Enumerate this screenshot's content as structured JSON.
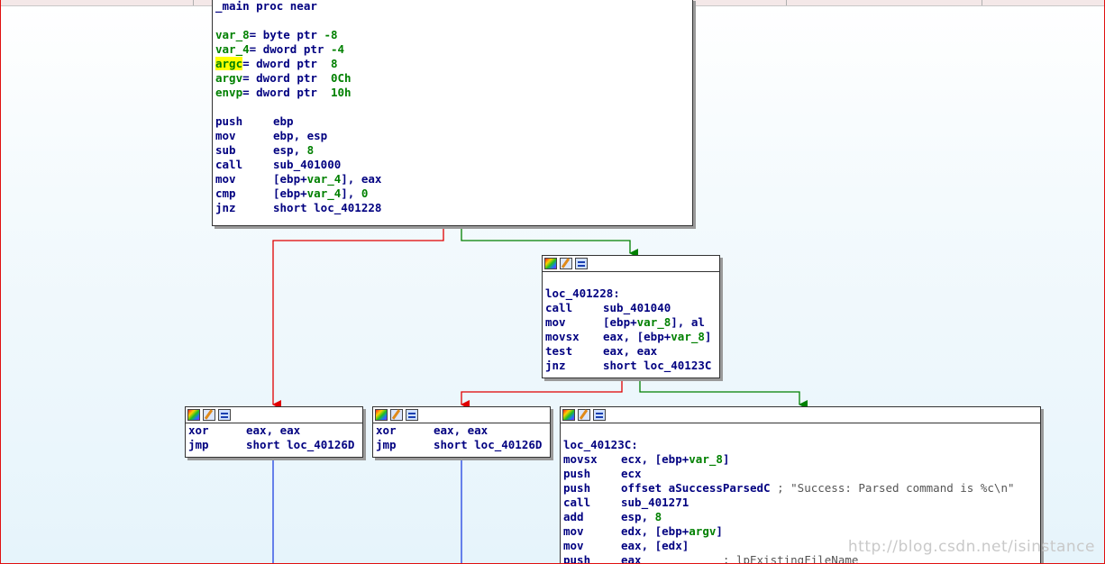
{
  "main_block": {
    "lines": [
      {
        "label": "_main proc near"
      },
      {
        "blank": true
      },
      {
        "decl_name": "var_8",
        "decl_rest": "= byte ptr ",
        "decl_val": "-8"
      },
      {
        "decl_name": "var_4",
        "decl_rest": "= dword ptr ",
        "decl_val": "-4"
      },
      {
        "decl_name": "argc",
        "decl_rest": "= dword ptr  ",
        "decl_val": "8",
        "highlight": true
      },
      {
        "decl_name": "argv",
        "decl_rest": "= dword ptr  ",
        "decl_val": "0Ch"
      },
      {
        "decl_name": "envp",
        "decl_rest": "= dword ptr  ",
        "decl_val": "10h"
      },
      {
        "blank": true
      },
      {
        "mn": "push",
        "ops": [
          {
            "t": "ebp"
          }
        ]
      },
      {
        "mn": "mov",
        "ops": [
          {
            "t": "ebp, esp"
          }
        ]
      },
      {
        "mn": "sub",
        "ops": [
          {
            "t": "esp, "
          },
          {
            "t": "8",
            "c": "num"
          }
        ]
      },
      {
        "mn": "call",
        "ops": [
          {
            "t": "sub_401000"
          }
        ]
      },
      {
        "mn": "mov",
        "ops": [
          {
            "t": "[ebp+"
          },
          {
            "t": "var_4",
            "c": "var"
          },
          {
            "t": "], eax"
          }
        ]
      },
      {
        "mn": "cmp",
        "ops": [
          {
            "t": "[ebp+"
          },
          {
            "t": "var_4",
            "c": "var"
          },
          {
            "t": "], "
          },
          {
            "t": "0",
            "c": "num"
          }
        ]
      },
      {
        "mn": "jnz",
        "ops": [
          {
            "t": "short loc_401228"
          }
        ]
      }
    ]
  },
  "block_401228": {
    "lines": [
      {
        "blank": true
      },
      {
        "label": "loc_401228:"
      },
      {
        "mn": "call",
        "ops": [
          {
            "t": "sub_401040"
          }
        ]
      },
      {
        "mn": "mov",
        "ops": [
          {
            "t": "[ebp+"
          },
          {
            "t": "var_8",
            "c": "var"
          },
          {
            "t": "], al"
          }
        ]
      },
      {
        "mn": "movsx",
        "ops": [
          {
            "t": "eax, [ebp+"
          },
          {
            "t": "var_8",
            "c": "var"
          },
          {
            "t": "]"
          }
        ]
      },
      {
        "mn": "test",
        "ops": [
          {
            "t": "eax, eax"
          }
        ]
      },
      {
        "mn": "jnz",
        "ops": [
          {
            "t": "short loc_40123C"
          }
        ]
      }
    ]
  },
  "block_fail_a": {
    "lines": [
      {
        "mn": "xor",
        "ops": [
          {
            "t": "eax, eax"
          }
        ]
      },
      {
        "mn": "jmp",
        "ops": [
          {
            "t": "short loc_40126D"
          }
        ]
      }
    ]
  },
  "block_fail_b": {
    "lines": [
      {
        "mn": "xor",
        "ops": [
          {
            "t": "eax, eax"
          }
        ]
      },
      {
        "mn": "jmp",
        "ops": [
          {
            "t": "short loc_40126D"
          }
        ]
      }
    ]
  },
  "block_40123C": {
    "lines": [
      {
        "blank": true
      },
      {
        "label": "loc_40123C:"
      },
      {
        "mn": "movsx",
        "ops": [
          {
            "t": "ecx, [ebp+"
          },
          {
            "t": "var_8",
            "c": "var"
          },
          {
            "t": "]"
          }
        ]
      },
      {
        "mn": "push",
        "ops": [
          {
            "t": "ecx"
          }
        ]
      },
      {
        "mn": "push",
        "ops": [
          {
            "t": "offset aSuccessParsedC "
          },
          {
            "t": "; \"Success: Parsed command is %c\\n\"",
            "c": "cmt"
          }
        ]
      },
      {
        "mn": "call",
        "ops": [
          {
            "t": "sub_401271"
          }
        ]
      },
      {
        "mn": "add",
        "ops": [
          {
            "t": "esp, "
          },
          {
            "t": "8",
            "c": "num"
          }
        ]
      },
      {
        "mn": "mov",
        "ops": [
          {
            "t": "edx, [ebp+"
          },
          {
            "t": "argv",
            "c": "var"
          },
          {
            "t": "]"
          }
        ]
      },
      {
        "mn": "mov",
        "ops": [
          {
            "t": "eax, [edx]"
          }
        ]
      },
      {
        "mn": "push",
        "ops": [
          {
            "t": "eax            "
          },
          {
            "t": "; lpExistingFileName",
            "c": "cmt"
          }
        ]
      }
    ]
  },
  "edges": [
    {
      "name": "edge-main-to-fail",
      "color": "#e00000"
    },
    {
      "name": "edge-main-to-401228",
      "color": "#008000"
    },
    {
      "name": "edge-401228-to-fail",
      "color": "#e00000"
    },
    {
      "name": "edge-401228-to-40123C",
      "color": "#008000"
    },
    {
      "name": "edge-fail-a-down",
      "color": "#2040e0"
    },
    {
      "name": "edge-fail-b-down",
      "color": "#2040e0"
    }
  ],
  "watermark": "http://blog.csdn.net/isinstance"
}
